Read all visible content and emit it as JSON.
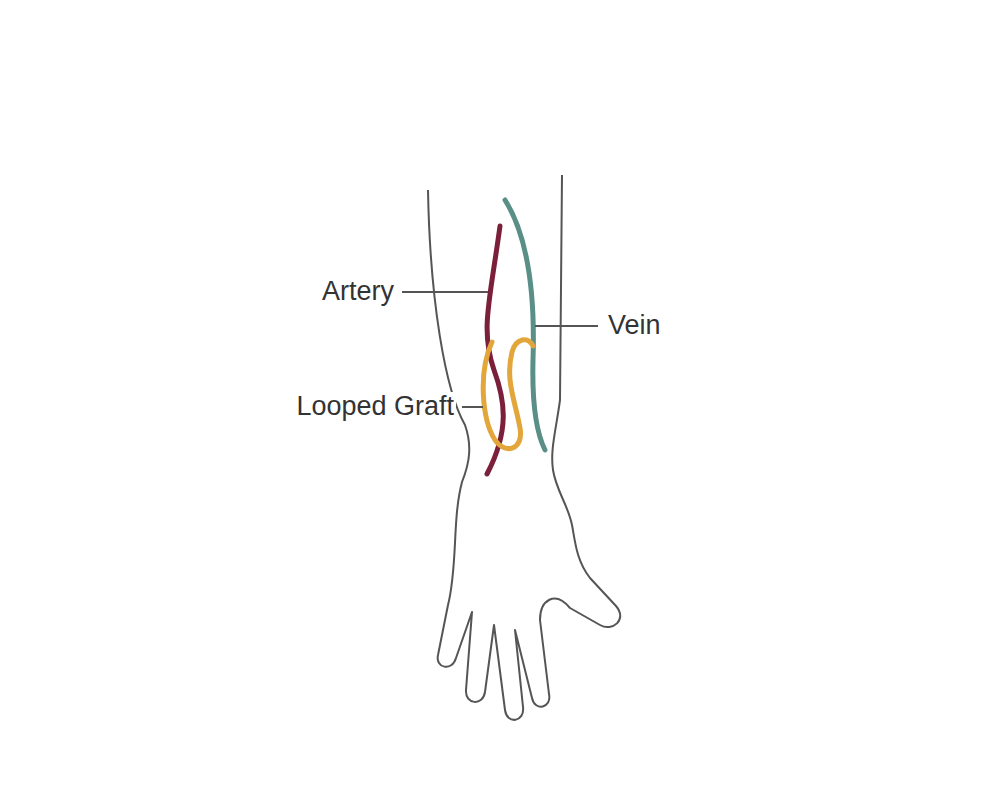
{
  "diagram": {
    "labels": [
      "Artery",
      "Vein",
      "Looped Graft"
    ]
  }
}
